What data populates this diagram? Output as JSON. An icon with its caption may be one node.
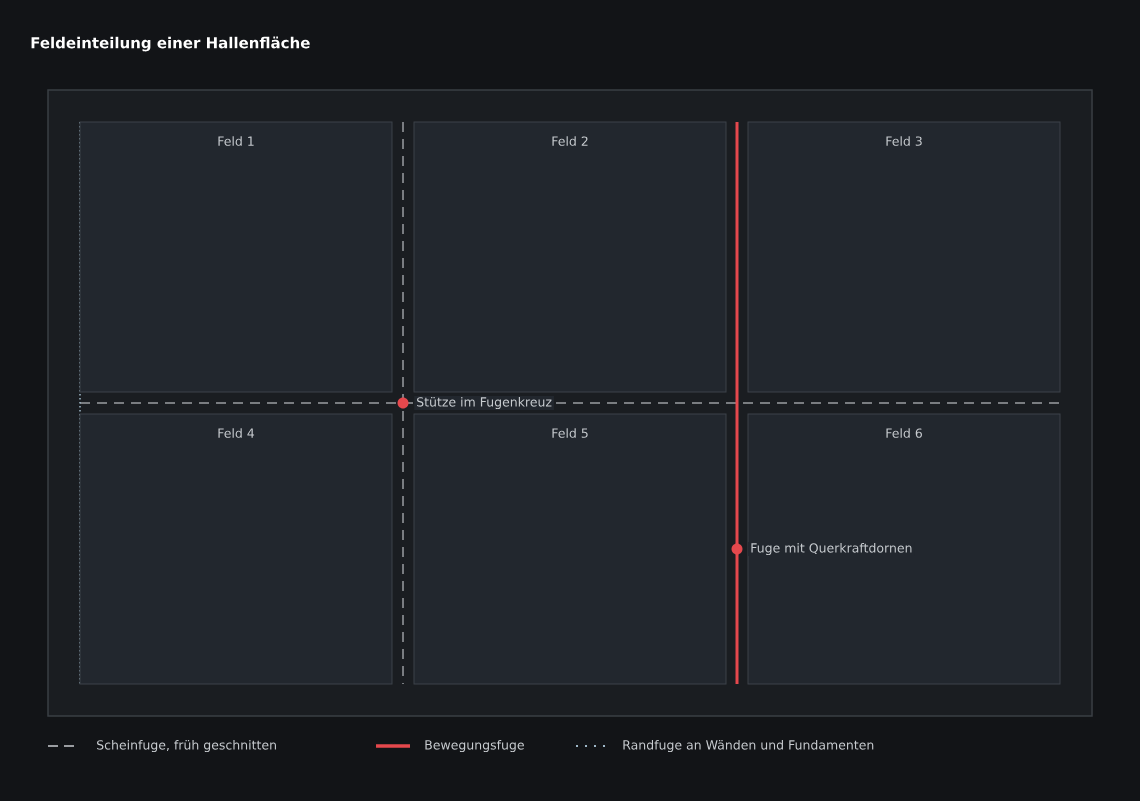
{
  "diagram": {
    "title": "Feldeinteilung einer Hallenfläche",
    "nodes": [
      {
        "text": [
          "Feld 1"
        ]
      },
      {
        "text": [
          "Feld 2"
        ]
      },
      {
        "text": [
          "Feld 3"
        ]
      },
      {
        "text": [
          "Feld 4"
        ]
      },
      {
        "text": [
          "Feld 5"
        ]
      },
      {
        "text": [
          "Feld 6"
        ]
      }
    ],
    "edges": [],
    "labels": [
      "Stütze im Fugenkreuz",
      "Fuge mit Querkraftdornen"
    ],
    "legend": [
      {
        "text": "Scheinfuge, früh geschnitten"
      },
      {
        "text": "Bewegungsfuge"
      },
      {
        "text": "Randfuge an Wänden und Fundamenten"
      }
    ]
  }
}
